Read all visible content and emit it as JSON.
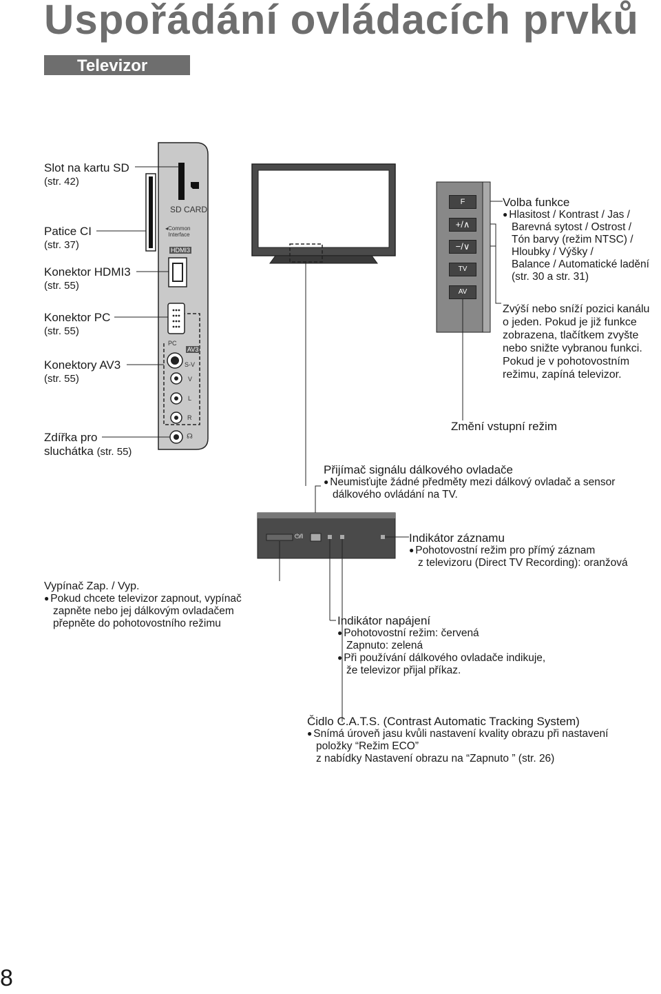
{
  "title": "Uspořádání ovládacích prvků",
  "section": "Televizor",
  "side_panel": {
    "sd_card": "SD CARD",
    "common_interface": [
      "Common",
      "Interface"
    ],
    "hdmi3": "HDMI3",
    "pc": "PC",
    "av3": "AV3",
    "sv": "S-V",
    "v": "V",
    "l": "L",
    "r": "R"
  },
  "left_labels": {
    "sd": {
      "name": "Slot na kartu SD",
      "ref": "(str. 42)"
    },
    "ci": {
      "name": "Patice CI",
      "ref": "(str. 37)"
    },
    "hdmi": {
      "name": "Konektor HDMI3",
      "ref": "(str. 55)"
    },
    "pc": {
      "name": "Konektor PC",
      "ref": "(str. 55)"
    },
    "av3": {
      "name": "Konektory AV3",
      "ref": "(str. 55)"
    },
    "headphones": {
      "line1": "Zdířka pro",
      "line2": "sluchátka",
      "ref": "(str. 55)"
    }
  },
  "buttons": {
    "f": "F",
    "plus": "+/∧",
    "minus": "−/∨",
    "tv": "TV",
    "av": "AV"
  },
  "function_select": {
    "title": "Volba funkce",
    "lines": [
      "Hlasitost / Kontrast / Jas /",
      "Barevná sytost / Ostrost /",
      "Tón barvy (režim NTSC) /",
      "Hloubky / Výšky /",
      "Balance / Automatické ladění",
      "(str. 30 a str. 31)"
    ]
  },
  "channel_text": [
    "Zvýší nebo sníží pozici kanálu",
    "o jeden. Pokud je již funkce",
    "zobrazena, tlačítkem zvyšte",
    "nebo snižte vybranou funkci.",
    "Pokud je v pohotovostním",
    "režimu, zapíná televizor."
  ],
  "input_mode": "Změní vstupní režim",
  "remote_sensor": {
    "title": "Přijímač signálu dálkového ovladače",
    "lines": [
      "Neumisťujte žádné předměty mezi dálkový ovladač a sensor",
      "dálkového ovládání na TV."
    ]
  },
  "power_symbol": "⏻/I",
  "rec_indicator": {
    "title": "Indikátor záznamu",
    "lines": [
      "Pohotovostní režim pro přímý záznam",
      "z televizoru (Direct TV Recording): oranžová"
    ]
  },
  "power_switch": {
    "title": "Vypínač Zap. / Vyp.",
    "lines": [
      "Pokud chcete televizor zapnout, vypínač",
      "zapněte nebo jej dálkovým ovladačem",
      "přepněte do pohotovostního režimu"
    ]
  },
  "power_indicator": {
    "title": "Indikátor napájení",
    "lines": [
      "Pohotovostní režim: červená",
      "Zapnuto: zelená",
      "Při používání dálkového ovladače indikuje,",
      "že televizor přijal příkaz."
    ]
  },
  "cats": {
    "title": "Čidlo C.A.T.S. (Contrast Automatic Tracking System)",
    "lines": [
      "Snímá úroveň jasu kvůli nastavení kvality obrazu při nastavení",
      "položky “Režim ECO”",
      "z nabídky Nastavení obrazu na “Zapnuto ” (str. 26)"
    ]
  },
  "page_number": "8"
}
